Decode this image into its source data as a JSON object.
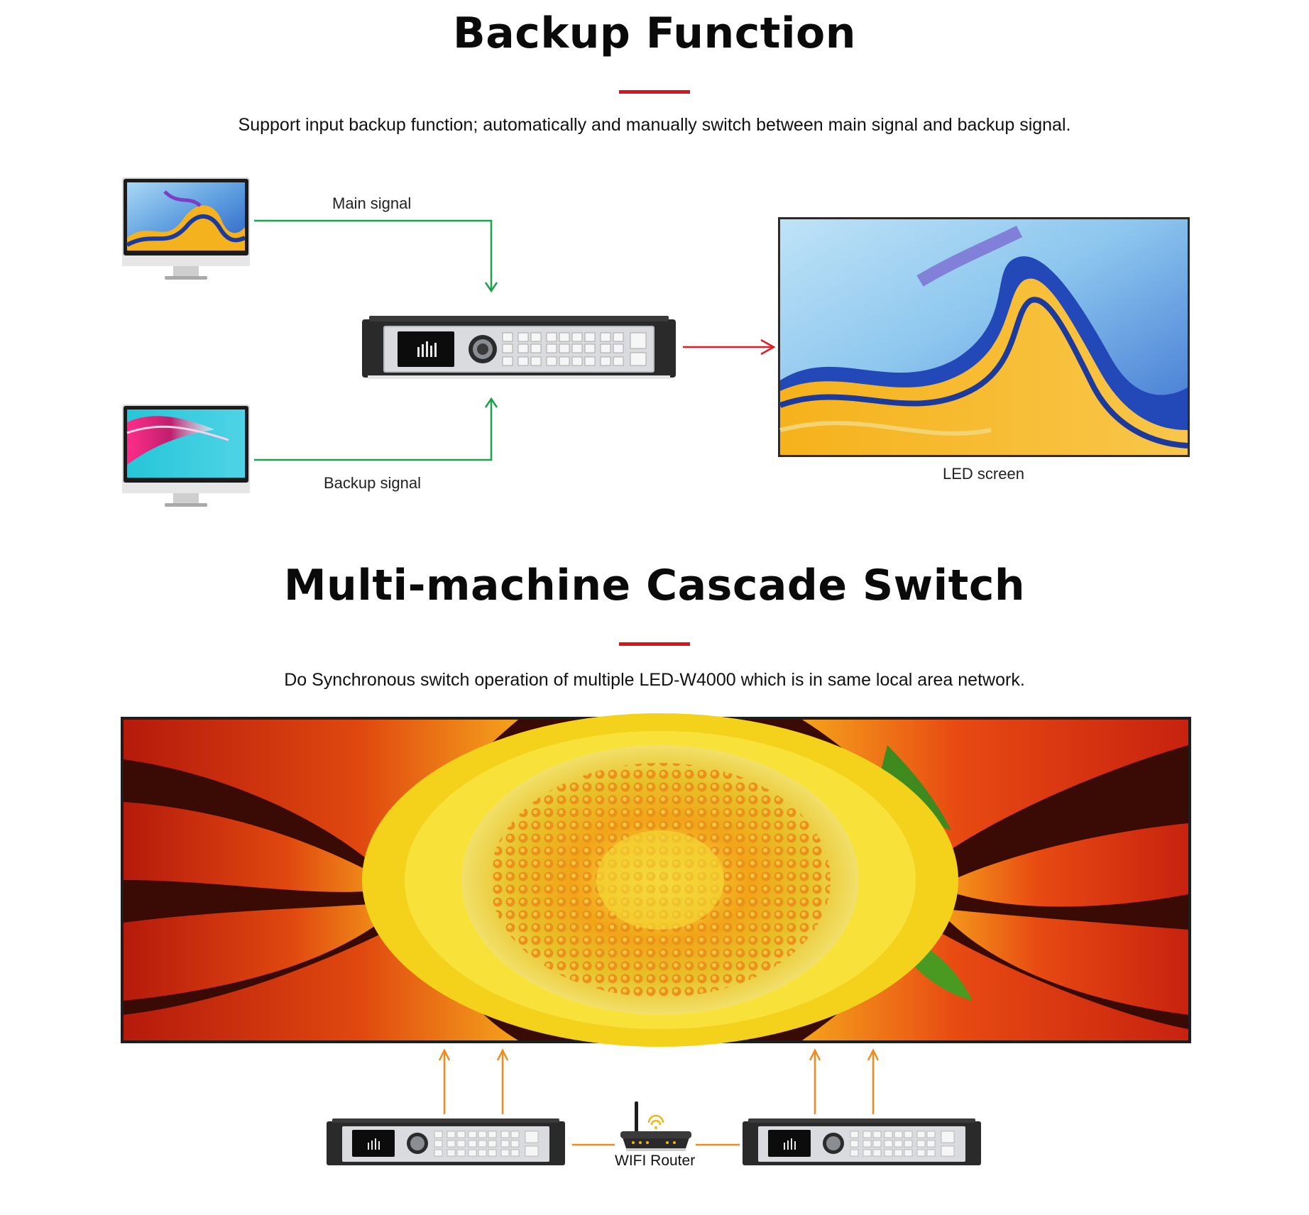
{
  "section1": {
    "title": "Backup Function",
    "description": "Support input backup function; automatically and manually switch between main signal and backup signal.",
    "labels": {
      "main_signal": "Main signal",
      "backup_signal": "Backup signal",
      "led_screen": "LED screen"
    }
  },
  "section2": {
    "title": "Multi-machine Cascade Switch",
    "description": "Do Synchronous switch operation of multiple LED-W4000 which is in same local area network.",
    "labels": {
      "router": "WIFI Router"
    }
  },
  "colors": {
    "accent_red": "#d8141c",
    "main_line_green": "#1aa14a",
    "output_arrow_red": "#e11b24",
    "cascade_arrow_orange": "#f08a1c"
  }
}
